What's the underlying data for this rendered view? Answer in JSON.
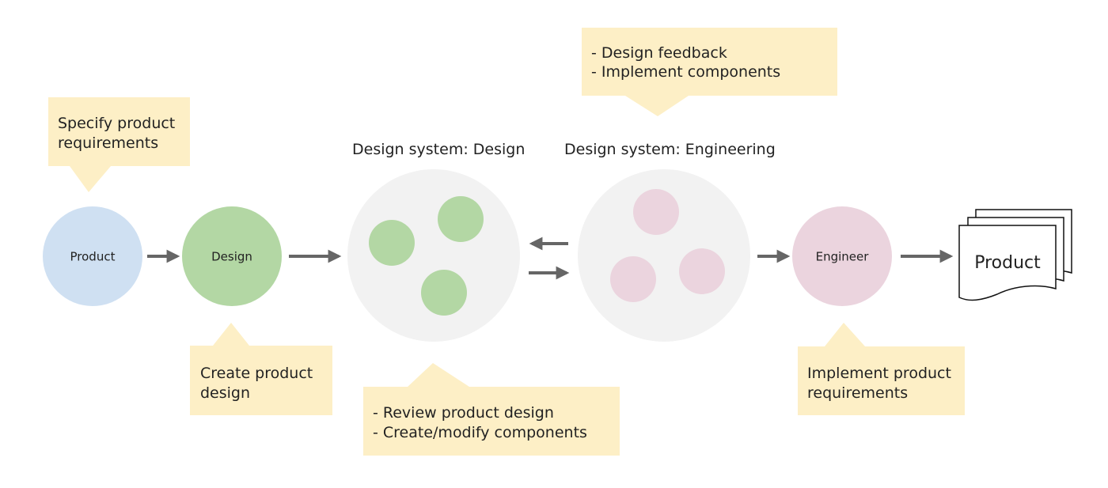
{
  "colors": {
    "callout": "#fdefc6",
    "product_circle": "#cfe0f2",
    "design_circle": "#b3d7a4",
    "engineer_circle": "#ebd4de",
    "system_circle": "#f2f2f2",
    "arrow": "#666666"
  },
  "nodes": {
    "product": "Product",
    "design": "Design",
    "engineer": "Engineer",
    "output_document": "Product"
  },
  "systems": {
    "design_title": "Design system: Design",
    "engineering_title": "Design system: Engineering"
  },
  "callouts": {
    "product": [
      "Specify product",
      "requirements"
    ],
    "design": [
      "Create product",
      "design"
    ],
    "design_system": [
      "- Review product design",
      "- Create/modify components"
    ],
    "engineering_system": [
      "- Design feedback",
      "- Implement components"
    ],
    "engineer": [
      "Implement product",
      "requirements"
    ]
  }
}
